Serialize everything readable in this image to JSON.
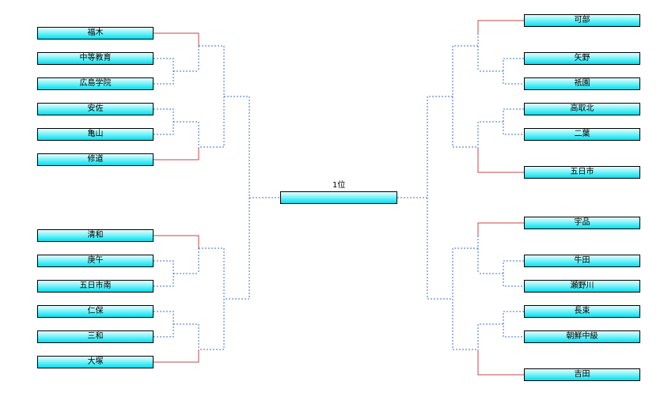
{
  "colors": {
    "advance_line": "#c04a4a",
    "pending_line": "#3a6fd8",
    "box_top": "#e8fdfd",
    "box_bottom": "#00dff0"
  },
  "final": {
    "label": "1位"
  },
  "left": {
    "block1": [
      "福木",
      "中等教育",
      "広島学院",
      "安佐",
      "亀山",
      "修道"
    ],
    "block2": [
      "清和",
      "庚午",
      "五日市南",
      "仁保",
      "三和",
      "大塚"
    ]
  },
  "right": {
    "block1": [
      "可部",
      "矢野",
      "祇園",
      "高取北",
      "二葉",
      "五日市"
    ],
    "block2": [
      "宇品",
      "牛田",
      "瀬野川",
      "長束",
      "朝鮮中級",
      "吉田"
    ]
  }
}
